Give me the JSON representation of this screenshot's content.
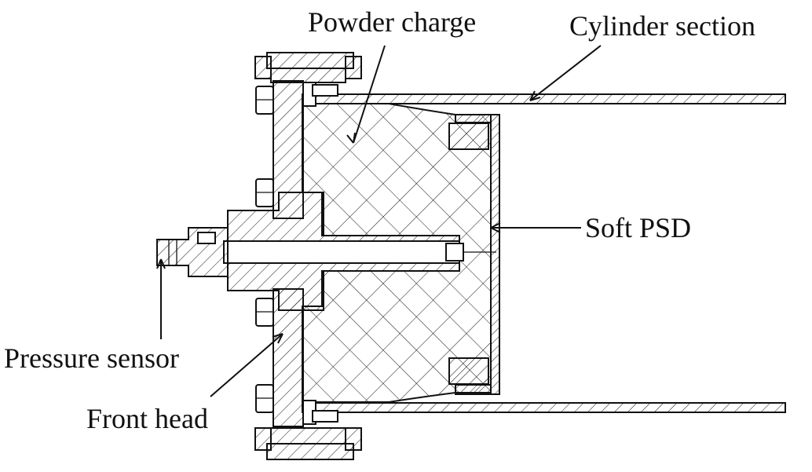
{
  "labels": {
    "powder_charge": "Powder charge",
    "cylinder_section": "Cylinder section",
    "soft_psd": "Soft PSD",
    "pressure_sensor": "Pressure sensor",
    "front_head": "Front head"
  },
  "colors": {
    "line": "#111111",
    "background": "#ffffff"
  }
}
